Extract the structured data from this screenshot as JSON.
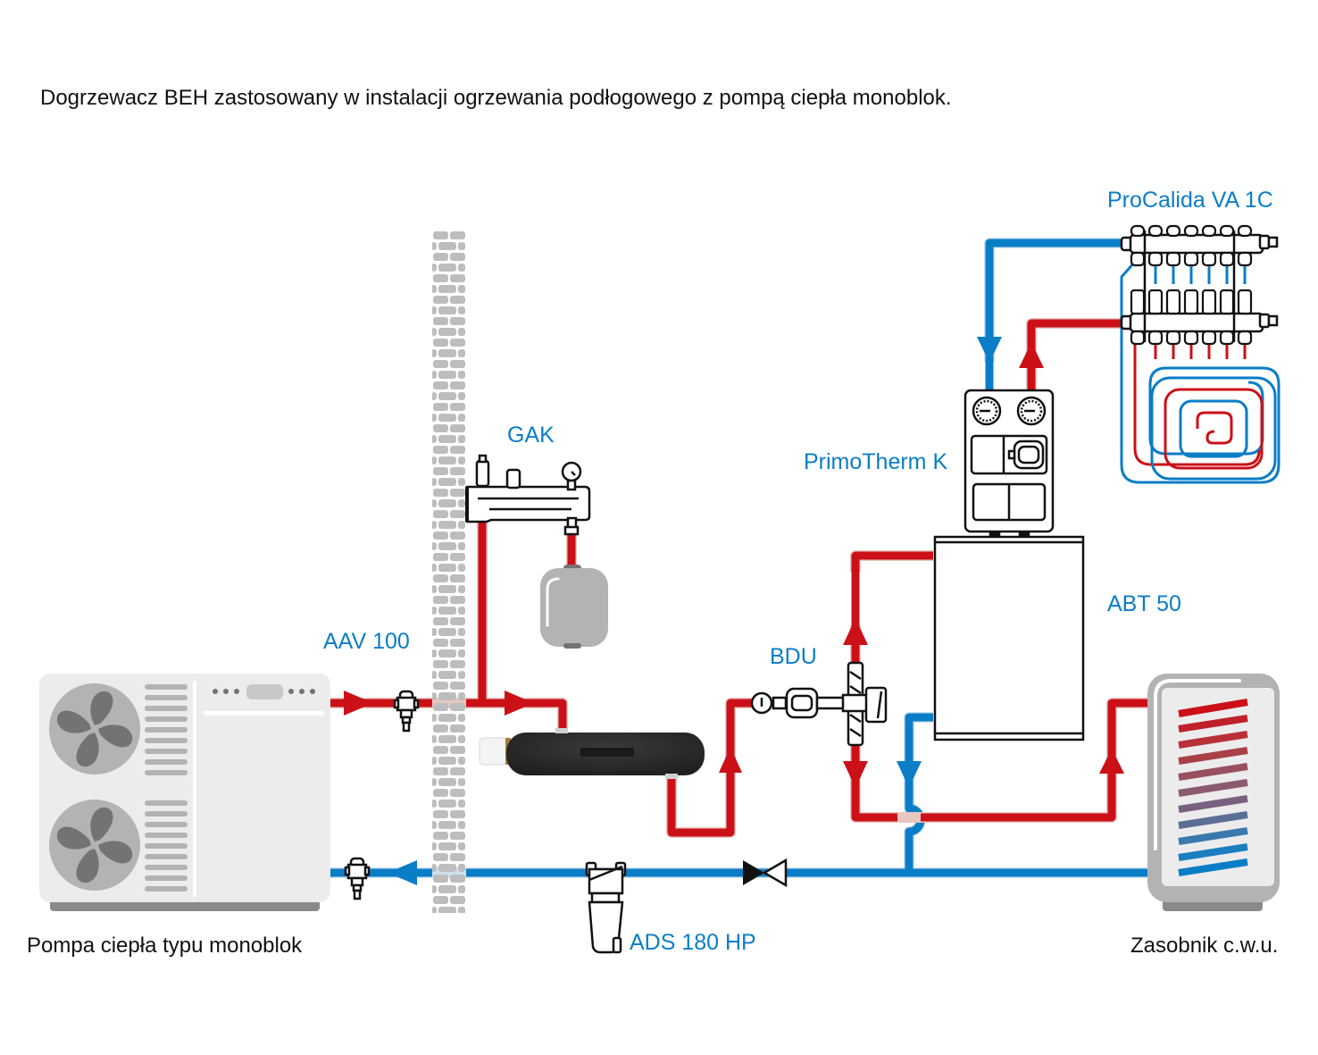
{
  "title": "Dogrzewacz BEH zastosowany w instalacji ogrzewania podłogowego z pompą ciepła monoblok.",
  "colors": {
    "supply": "#cc1018",
    "return": "#0a7dc7",
    "label_blue": "#0a7dc7",
    "outline": "#111111",
    "gray_light": "#ececec",
    "gray_mid": "#b3b3b3",
    "gray_dark": "#737373",
    "heater_black": "#2b2b2b"
  },
  "labels": {
    "procalida": "ProCalida VA 1C",
    "gak": "GAK",
    "primotherm": "PrimoTherm K",
    "aav": "AAV 100",
    "bdu": "BDU",
    "abt": "ABT 50",
    "ads": "ADS 180 HP",
    "heat_pump": "Pompa ciepła typu monoblok",
    "dhw_tank": "Zasobnik c.w.u."
  },
  "components": [
    {
      "id": "heat-pump",
      "name": "Pompa ciepła typu monoblok",
      "icon": "heat-pump-icon"
    },
    {
      "id": "aav-100",
      "name": "AAV 100",
      "icon": "valve-icon",
      "count": 2
    },
    {
      "id": "wall",
      "name": "wall",
      "icon": "brick-wall-icon"
    },
    {
      "id": "gak",
      "name": "GAK",
      "icon": "safety-group-icon"
    },
    {
      "id": "expansion-vessel",
      "name": "expansion vessel",
      "icon": "expansion-vessel-icon"
    },
    {
      "id": "beh",
      "name": "Dogrzewacz BEH",
      "icon": "electric-heater-icon"
    },
    {
      "id": "bdu",
      "name": "BDU",
      "icon": "diverter-valve-icon"
    },
    {
      "id": "abt-50",
      "name": "ABT 50",
      "icon": "buffer-tank-icon"
    },
    {
      "id": "primotherm-k",
      "name": "PrimoTherm K",
      "icon": "pump-group-icon"
    },
    {
      "id": "procalida-va-1c",
      "name": "ProCalida VA 1C",
      "icon": "manifold-icon",
      "circuits": 6
    },
    {
      "id": "dhw-tank",
      "name": "Zasobnik c.w.u.",
      "icon": "dhw-tank-icon"
    },
    {
      "id": "ads-180-hp",
      "name": "ADS 180 HP",
      "icon": "dirt-separator-icon"
    },
    {
      "id": "check-valve",
      "name": "valve",
      "icon": "ball-valve-icon"
    }
  ]
}
